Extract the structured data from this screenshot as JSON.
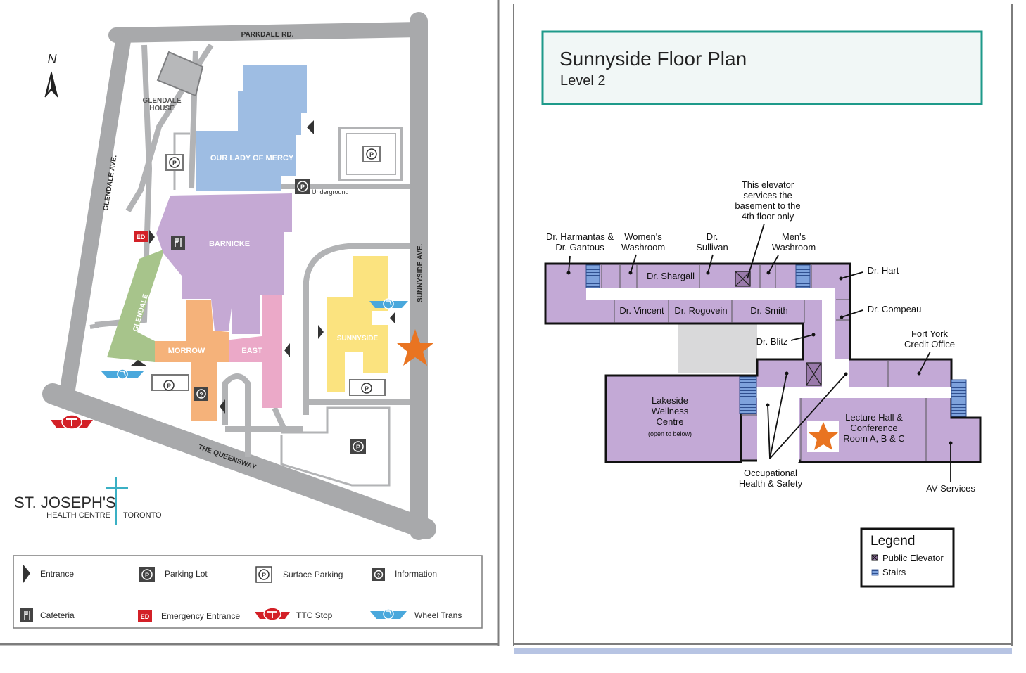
{
  "campus_map": {
    "streets": {
      "north": "PARKDALE RD.",
      "west": "GLENDALE AVE.",
      "east": "SUNNYSIDE AVE.",
      "south": "THE QUEENSWAY"
    },
    "north_label": "N",
    "buildings": {
      "glendale_house": [
        "GLENDALE",
        "HOUSE"
      ],
      "our_lady_of_mercy": "OUR LADY OF MERCY",
      "barnicke": "BARNICKE",
      "glendale": "GLENDALE",
      "morrow": "MORROW",
      "east": "EAST",
      "sunnyside": "SUNNYSIDE"
    },
    "underground_label": "Underground",
    "ed_badge": "ED",
    "parking_symbol": "P",
    "info_symbol": "?",
    "logo": {
      "name": "ST. JOSEPH'S",
      "sub_left": "HEALTH CENTRE",
      "sub_right": "TORONTO"
    },
    "legend": [
      {
        "icon": "entrance-icon",
        "label": "Entrance"
      },
      {
        "icon": "parking-lot-icon",
        "label": "Parking Lot"
      },
      {
        "icon": "surface-parking-icon",
        "label": "Surface Parking"
      },
      {
        "icon": "information-icon",
        "label": "Information"
      },
      {
        "icon": "cafeteria-icon",
        "label": "Cafeteria"
      },
      {
        "icon": "emergency-entrance-icon",
        "label": "Emergency Entrance"
      },
      {
        "icon": "ttc-stop-icon",
        "label": "TTC Stop"
      },
      {
        "icon": "wheel-trans-icon",
        "label": "Wheel Trans"
      }
    ]
  },
  "floor_plan": {
    "title": "Sunnyside Floor Plan",
    "subtitle": "Level 2",
    "elevator_note": [
      "This elevator",
      "services the",
      "basement to the",
      "4th floor only"
    ],
    "callouts": {
      "harmantas": [
        "Dr. Harmantas &",
        "Dr. Gantous"
      ],
      "womens_washroom": [
        "Women's",
        "Washroom"
      ],
      "sullivan": [
        "Dr.",
        "Sullivan"
      ],
      "mens_washroom": [
        "Men's",
        "Washroom"
      ],
      "hart": "Dr. Hart",
      "compeau": "Dr. Compeau",
      "blitz": "Dr. Blitz",
      "fort_york": [
        "Fort York",
        "Credit Office"
      ],
      "ohs": [
        "Occupational",
        "Health & Safety"
      ],
      "av_services": "AV Services"
    },
    "rooms": {
      "shargall": "Dr. Shargall",
      "vincent": "Dr. Vincent",
      "rogovein": "Dr. Rogovein",
      "smith": "Dr. Smith",
      "lakeside": [
        "Lakeside",
        "Wellness",
        "Centre"
      ],
      "lakeside_note": "(open to below)",
      "lecture_hall": [
        "Lecture Hall &",
        "Conference",
        "Room A, B & C"
      ]
    },
    "legend": {
      "title": "Legend",
      "items": [
        {
          "icon": "public-elevator-icon",
          "label": "Public Elevator"
        },
        {
          "icon": "stairs-icon",
          "label": "Stairs"
        }
      ]
    }
  },
  "colors": {
    "road": "#a8a9ab",
    "our_lady_of_mercy": "#9ebde3",
    "barnicke": "#c5a9d4",
    "glendale": "#a7c48b",
    "morrow": "#f5b27a",
    "east": "#eba9c8",
    "sunnyside": "#fbe37f",
    "floor": "#c3a9d6",
    "star": "#e97421",
    "teal": "#1e9a8a",
    "stairs": "#6c8fcf"
  }
}
